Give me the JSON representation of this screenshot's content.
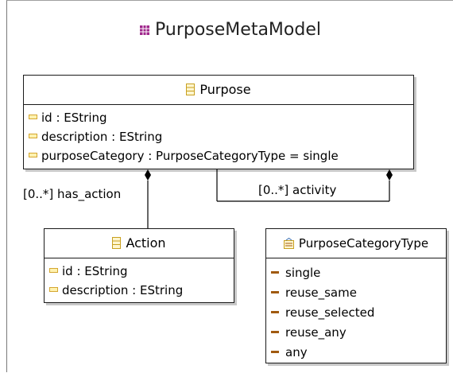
{
  "package": {
    "name": "PurposeMetaModel",
    "icon": "package-icon"
  },
  "classes": {
    "purpose": {
      "name": "Purpose",
      "icon": "eclass-icon",
      "attributes": [
        "id : EString",
        "description : EString",
        "purposeCategory : PurposeCategoryType = single"
      ]
    },
    "action": {
      "name": "Action",
      "icon": "eclass-icon",
      "attributes": [
        "id : EString",
        "description : EString"
      ]
    },
    "purpose_category_type": {
      "name": "PurposeCategoryType",
      "icon": "eenum-icon",
      "literals": [
        "single",
        "reuse_same",
        "reuse_selected",
        "reuse_any",
        "any"
      ]
    }
  },
  "references": {
    "has_action": "[0..*] has_action",
    "activity": "[0..*] activity"
  },
  "colors": {
    "class_icon": "#c8a020",
    "attribute_icon": "#d4a630",
    "literal_icon": "#a05a10",
    "package_icon": "#a0288c",
    "border": "#1a1a1a"
  }
}
